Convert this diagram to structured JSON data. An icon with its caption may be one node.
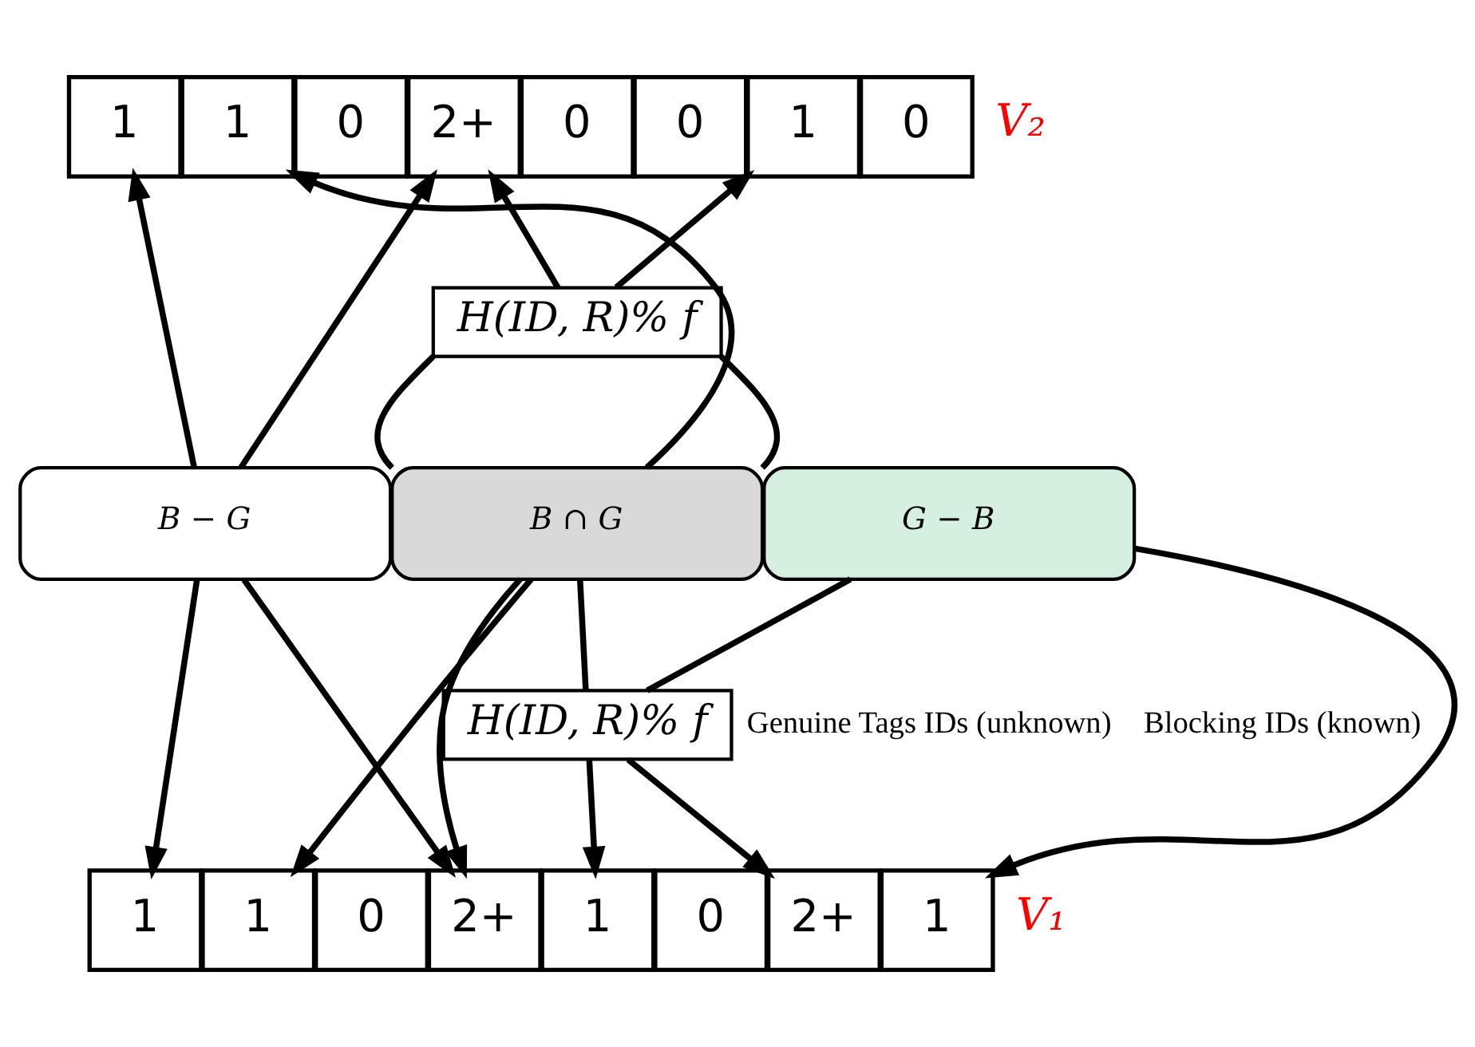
{
  "diagram": {
    "nodes": [
      {
        "text": [
          "1"
        ]
      },
      {
        "text": [
          "1"
        ]
      },
      {
        "text": [
          "0"
        ]
      },
      {
        "text": [
          "2+"
        ]
      },
      {
        "text": [
          "0"
        ]
      },
      {
        "text": [
          "0"
        ]
      },
      {
        "text": [
          "1"
        ]
      },
      {
        "text": [
          "0"
        ]
      },
      {
        "text": [
          "H(ID, R)% f"
        ]
      },
      {
        "text": [
          "B − G"
        ]
      },
      {
        "text": [
          "B ∩ G"
        ]
      },
      {
        "text": [
          "G − B"
        ]
      },
      {
        "text": [
          "H(ID, R)% f"
        ]
      },
      {
        "text": [
          "1"
        ]
      },
      {
        "text": [
          "1"
        ]
      },
      {
        "text": [
          "0"
        ]
      },
      {
        "text": [
          "2+"
        ]
      },
      {
        "text": [
          "1"
        ]
      },
      {
        "text": [
          "0"
        ]
      },
      {
        "text": [
          "2+"
        ]
      },
      {
        "text": [
          "1"
        ]
      }
    ],
    "edges": [
      {
        "from": 9,
        "to": 0,
        "arrow": "to"
      },
      {
        "from": 9,
        "to": 3,
        "arrow": "to"
      },
      {
        "from": 10,
        "to": 1,
        "arrow": "to"
      },
      {
        "from": 10,
        "to": 8,
        "arrow": "none"
      },
      {
        "from": 8,
        "to": 3,
        "arrow": "to"
      },
      {
        "from": 10,
        "to": 8,
        "arrow": "none"
      },
      {
        "from": 8,
        "to": 6,
        "arrow": "to"
      },
      {
        "from": 9,
        "to": 13,
        "arrow": "to"
      },
      {
        "from": 9,
        "to": 16,
        "arrow": "to"
      },
      {
        "from": 10,
        "to": 14,
        "arrow": "to"
      },
      {
        "from": 10,
        "to": 16,
        "arrow": "to"
      },
      {
        "from": 10,
        "to": 12,
        "arrow": "none"
      },
      {
        "from": 11,
        "to": 12,
        "arrow": "none"
      },
      {
        "from": 12,
        "to": 17,
        "arrow": "to"
      },
      {
        "from": 12,
        "to": 19,
        "arrow": "to"
      },
      {
        "from": 11,
        "to": 20,
        "arrow": "to"
      }
    ],
    "labels": [
      "V₂",
      "Genuine Tags IDs (unknown)",
      "Blocking IDs (known)",
      "V₁"
    ]
  }
}
